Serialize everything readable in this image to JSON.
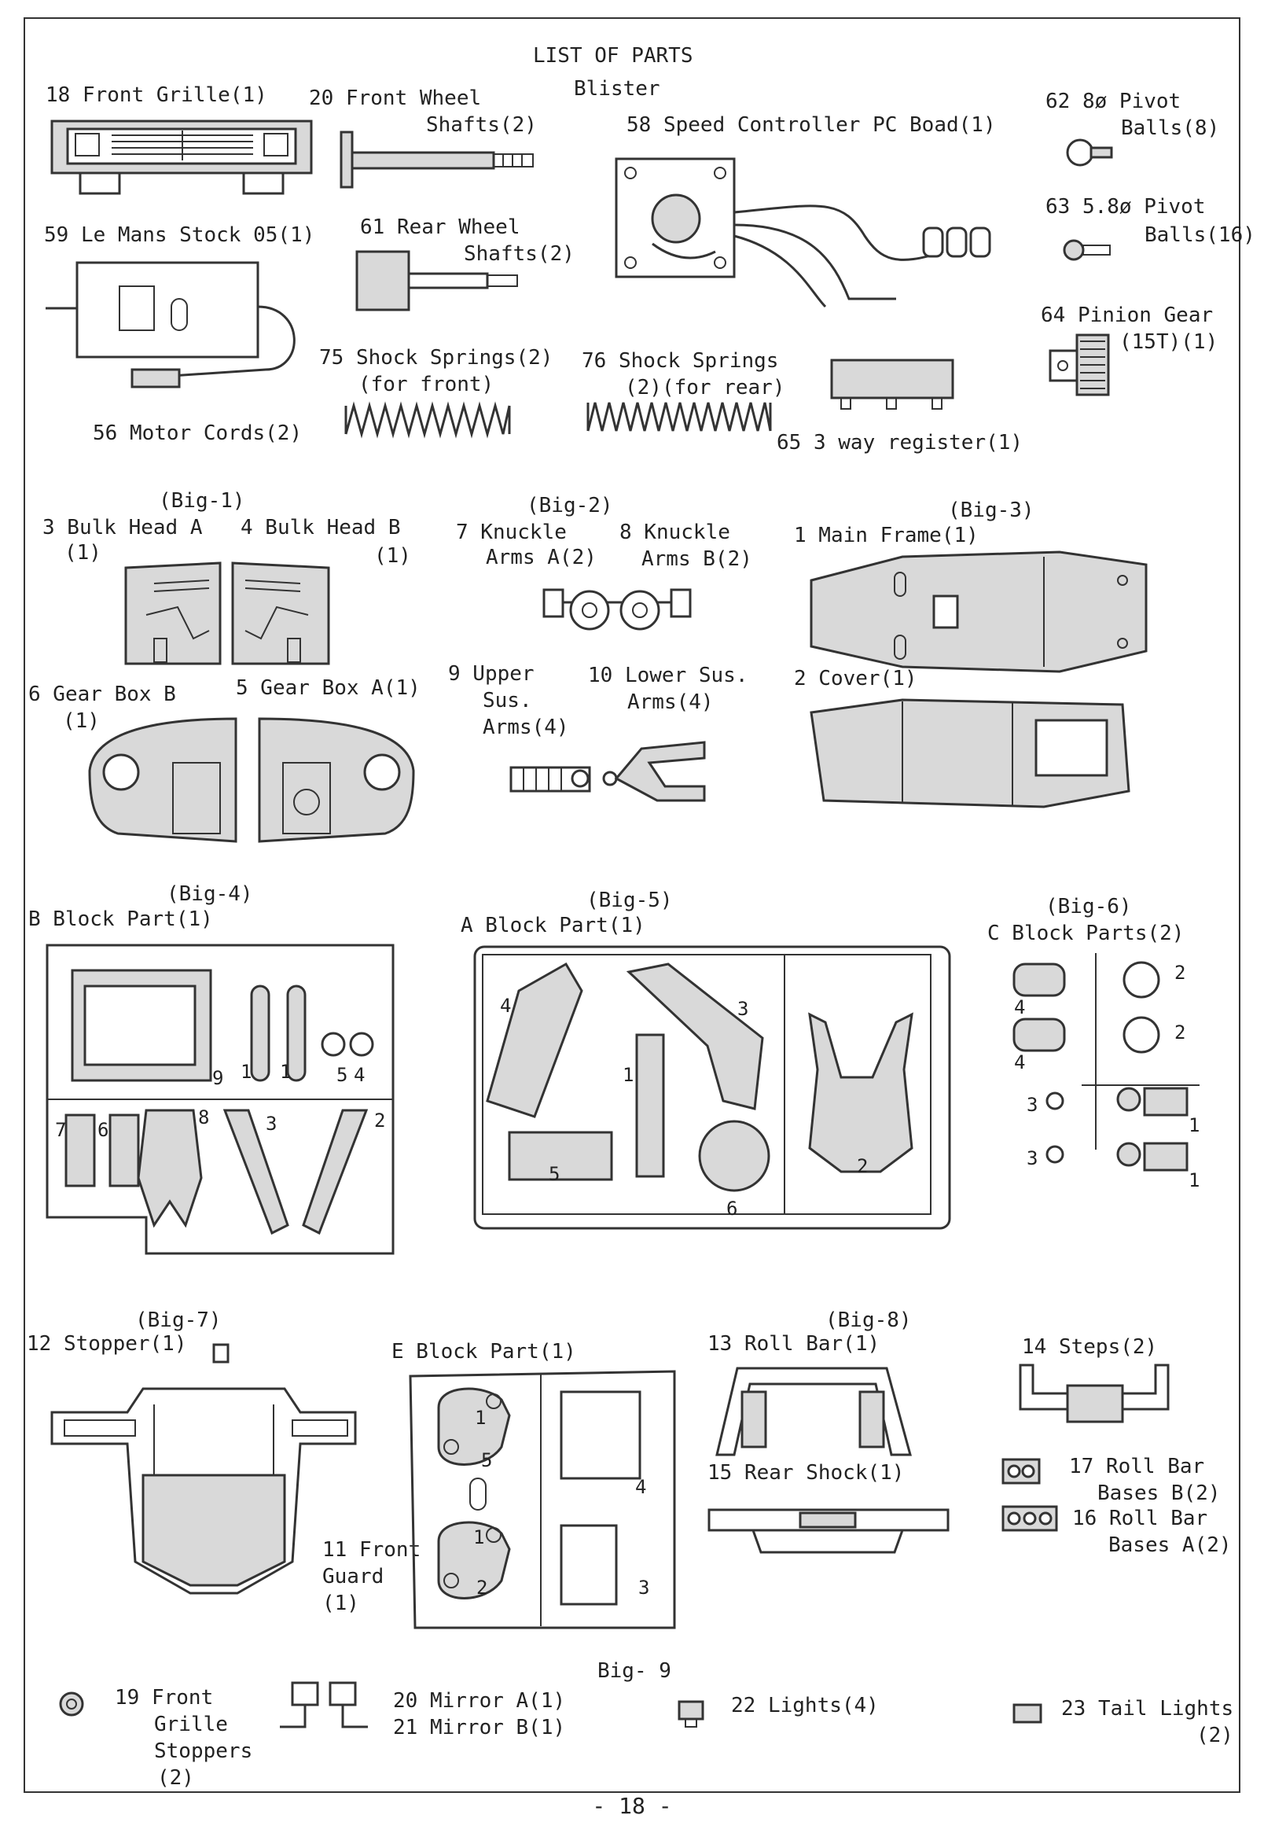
{
  "header": {
    "title": "LIST OF PARTS",
    "subtitle": "Blister"
  },
  "parts": {
    "p18": "18 Front Grille(1)",
    "p20a": "20 Front Wheel",
    "p20b": "Shafts(2)",
    "p58": "58 Speed Controller PC Boad(1)",
    "p62a": "62 8ø Pivot",
    "p62b": "Balls(8)",
    "p63a": "63 5.8ø Pivot",
    "p63b": "Balls(16)",
    "p59": "59 Le Mans Stock 05(1)",
    "p61a": "61 Rear Wheel",
    "p61b": "Shafts(2)",
    "p64a": "64 Pinion Gear",
    "p64b": "(15T)(1)",
    "p75a": "75 Shock Springs(2)",
    "p75b": "(for front)",
    "p76a": "76 Shock Springs",
    "p76b": "(2)(for rear)",
    "p56": "56 Motor Cords(2)",
    "p65": "65 3 way register(1)",
    "big1": "(Big-1)",
    "p3a": "3 Bulk Head A",
    "p3b": "(1)",
    "p4a": "4 Bulk Head B",
    "p4b": "(1)",
    "big2": "(Big-2)",
    "p7a": "7 Knuckle",
    "p7b": "Arms A(2)",
    "p8a": "8 Knuckle",
    "p8b": "Arms B(2)",
    "big3": "(Big-3)",
    "p1": "1 Main Frame(1)",
    "p6a": "6 Gear Box B",
    "p6b": "(1)",
    "p5": "5 Gear Box A(1)",
    "p9a": "9 Upper",
    "p9b": "Sus.",
    "p9c": "Arms(4)",
    "p10a": "10 Lower Sus.",
    "p10b": "Arms(4)",
    "p2": "2 Cover(1)",
    "big4": "(Big-4)",
    "pB": "B Block Part(1)",
    "big5": "(Big-5)",
    "pA": "A Block Part(1)",
    "big6": "(Big-6)",
    "pC": "C Block Parts(2)",
    "big7": "(Big-7)",
    "p12": "12 Stopper(1)",
    "pE": "E Block Part(1)",
    "big8": "(Big-8)",
    "p13": "13 Roll Bar(1)",
    "p14": "14 Steps(2)",
    "p15": "15 Rear Shock(1)",
    "p17a": "17 Roll Bar",
    "p17b": "Bases B(2)",
    "p16a": "16 Roll Bar",
    "p16b": "Bases A(2)",
    "p11a": "11 Front",
    "p11b": "Guard",
    "p11c": "(1)",
    "big9": "Big- 9",
    "p19a": "19 Front",
    "p19b": "Grille",
    "p19c": "Stoppers",
    "p19d": "(2)",
    "p20m": "20 Mirror A(1)",
    "p21m": "21 Mirror B(1)",
    "p22": "22 Lights(4)",
    "p23a": "23 Tail Lights",
    "p23b": "(2)"
  },
  "sprue_labels": {
    "B": [
      "9",
      "1",
      "1",
      "5",
      "4",
      "7",
      "6",
      "8",
      "3",
      "2"
    ],
    "A": [
      "4",
      "3",
      "1",
      "5",
      "6",
      "2"
    ],
    "C": [
      "2",
      "4",
      "2",
      "4",
      "3",
      "1",
      "3",
      "1"
    ],
    "E": [
      "1",
      "5",
      "4",
      "1",
      "2",
      "3"
    ]
  },
  "footer": {
    "page": "- 18 -"
  }
}
